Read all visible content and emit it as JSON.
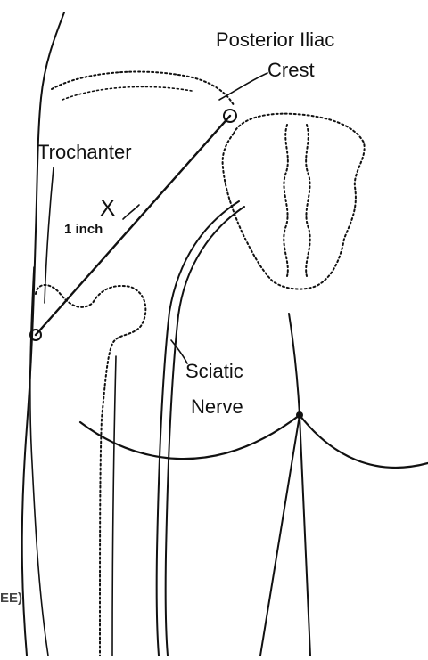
{
  "labels": {
    "posterior_iliac_line1": "Posterior Iliac",
    "posterior_iliac_line2": "Crest",
    "trochanter": "Trochanter",
    "x_mark": "X",
    "one_inch": "1 inch",
    "sciatic_line1": "Sciatic",
    "sciatic_line2": "Nerve",
    "cut_edge_text": "EE)"
  },
  "colors": {
    "line": "#111111",
    "background": "#ffffff"
  }
}
